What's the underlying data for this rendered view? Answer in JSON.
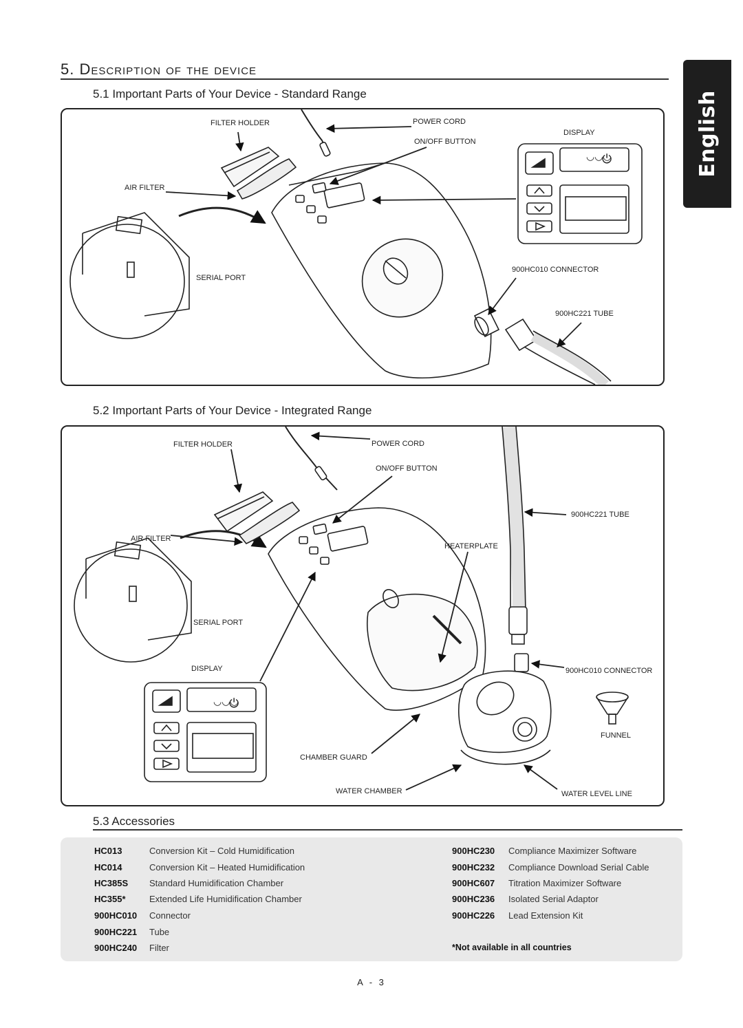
{
  "section": {
    "title": "5. Description of the device",
    "language_tab": "English",
    "page_number": "A - 3"
  },
  "standard": {
    "heading": "5.1 Important Parts of Your Device - Standard Range",
    "labels": {
      "filter_holder": "FILTER HOLDER",
      "power_cord": "POWER CORD",
      "display": "DISPLAY",
      "on_off_button": "ON/OFF BUTTON",
      "air_filter": "AIR FILTER",
      "serial_port": "SERIAL PORT",
      "connector": "900HC010 CONNECTOR",
      "tube": "900HC221 TUBE"
    }
  },
  "integrated": {
    "heading": "5.2 Important Parts of Your Device - Integrated Range",
    "labels": {
      "filter_holder": "FILTER HOLDER",
      "power_cord": "POWER CORD",
      "on_off_button": "ON/OFF BUTTON",
      "tube": "900HC221 TUBE",
      "air_filter": "AIR FILTER",
      "heaterplate": "HEATERPLATE",
      "serial_port": "SERIAL PORT",
      "display": "DISPLAY",
      "connector": "900HC010 CONNECTOR",
      "funnel": "FUNNEL",
      "chamber_guard": "CHAMBER GUARD",
      "water_chamber": "WATER CHAMBER",
      "water_level_line": "WATER LEVEL LINE"
    }
  },
  "accessories": {
    "heading": "5.3 Accessories",
    "left": [
      {
        "code": "HC013",
        "desc": "Conversion Kit – Cold Humidification"
      },
      {
        "code": "HC014",
        "desc": "Conversion Kit – Heated Humidification"
      },
      {
        "code": "HC385S",
        "desc": "Standard Humidification Chamber"
      },
      {
        "code": "HC355*",
        "desc": "Extended Life Humidification Chamber"
      },
      {
        "code": "900HC010",
        "desc": "Connector"
      },
      {
        "code": "900HC221",
        "desc": "Tube"
      },
      {
        "code": "900HC240",
        "desc": "Filter"
      }
    ],
    "right": [
      {
        "code": "900HC230",
        "desc": "Compliance Maximizer Software"
      },
      {
        "code": "900HC232",
        "desc": "Compliance Download Serial Cable"
      },
      {
        "code": "900HC607",
        "desc": "Titration Maximizer Software"
      },
      {
        "code": "900HC236",
        "desc": "Isolated Serial Adaptor"
      },
      {
        "code": "900HC226",
        "desc": "Lead Extension Kit"
      }
    ],
    "note": "*Not available in all countries"
  }
}
